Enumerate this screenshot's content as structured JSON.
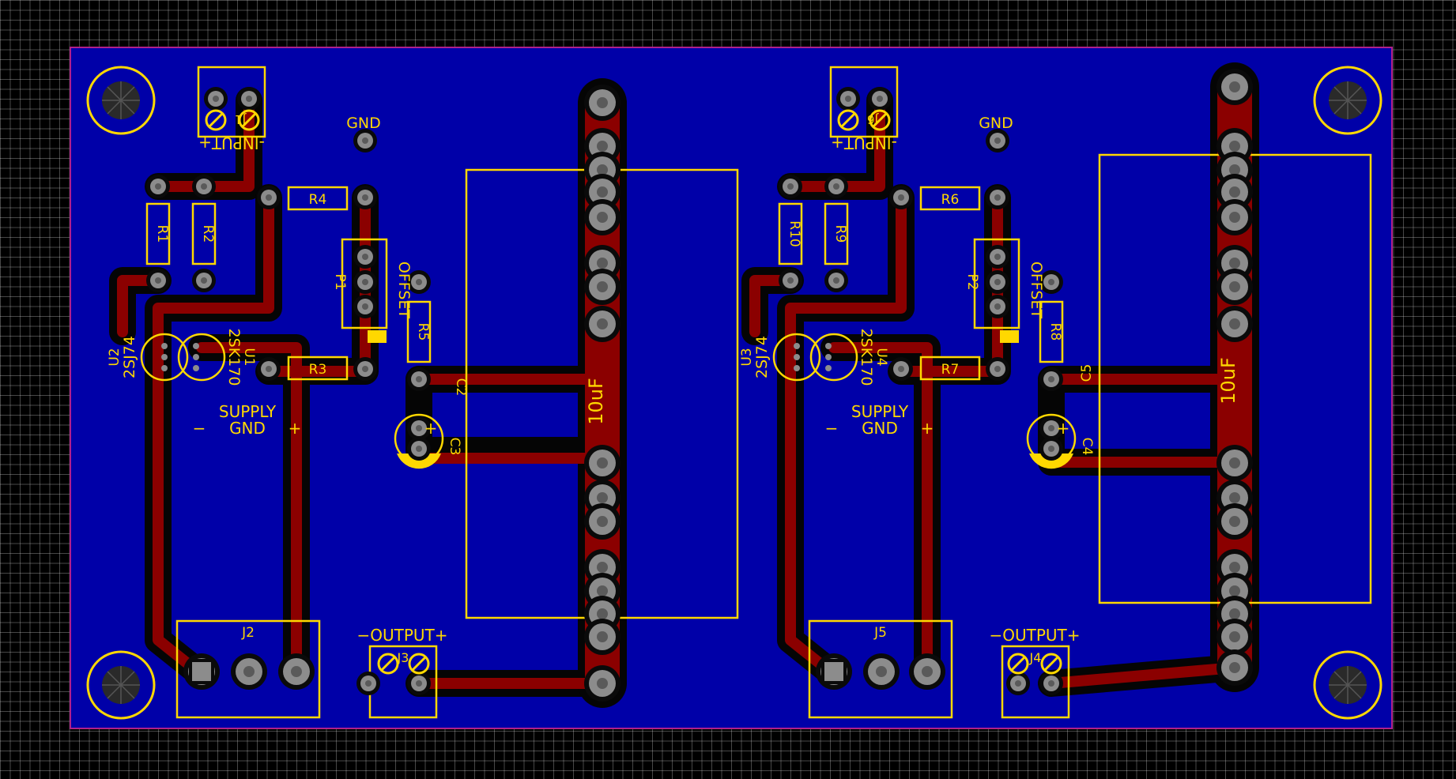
{
  "app": {
    "view": "PCB layout - two-channel amplifier board"
  },
  "colors": {
    "background": "#000000",
    "board": "#0000a8",
    "copper": "#8b0000",
    "silkscreen": "#ffd800",
    "pad": "#8c8c8c",
    "outline": "#b0208a"
  },
  "labels": {
    "gnd": "GND",
    "input": "-INPUT+",
    "offset": "OFFSET",
    "supply": "SUPPLY",
    "supply_gnd": "GND",
    "minus": "−",
    "plus": "+",
    "output": "−OUTPUT+",
    "cap_value": "10uF"
  },
  "ch1": {
    "J1": "J1",
    "J2": "J2",
    "J3": "J3",
    "R1": "R1",
    "R2": "R2",
    "R3": "R3",
    "R4": "R4",
    "R5": "R5",
    "P1": "P1",
    "U1": "U1",
    "U2": "U2",
    "U1_part": "2SK170",
    "U2_part": "2SJ74",
    "C2": "C2",
    "C3": "C3"
  },
  "ch2": {
    "J6": "J6",
    "J5": "J5",
    "J4": "J4",
    "R10": "R10",
    "R9": "R9",
    "R7": "R7",
    "R6": "R6",
    "R8": "R8",
    "P2": "P2",
    "U3": "U3",
    "U4": "U4",
    "U3_part": "2SJ74",
    "U4_part": "2SK170",
    "C5": "C5",
    "C4": "C4"
  }
}
